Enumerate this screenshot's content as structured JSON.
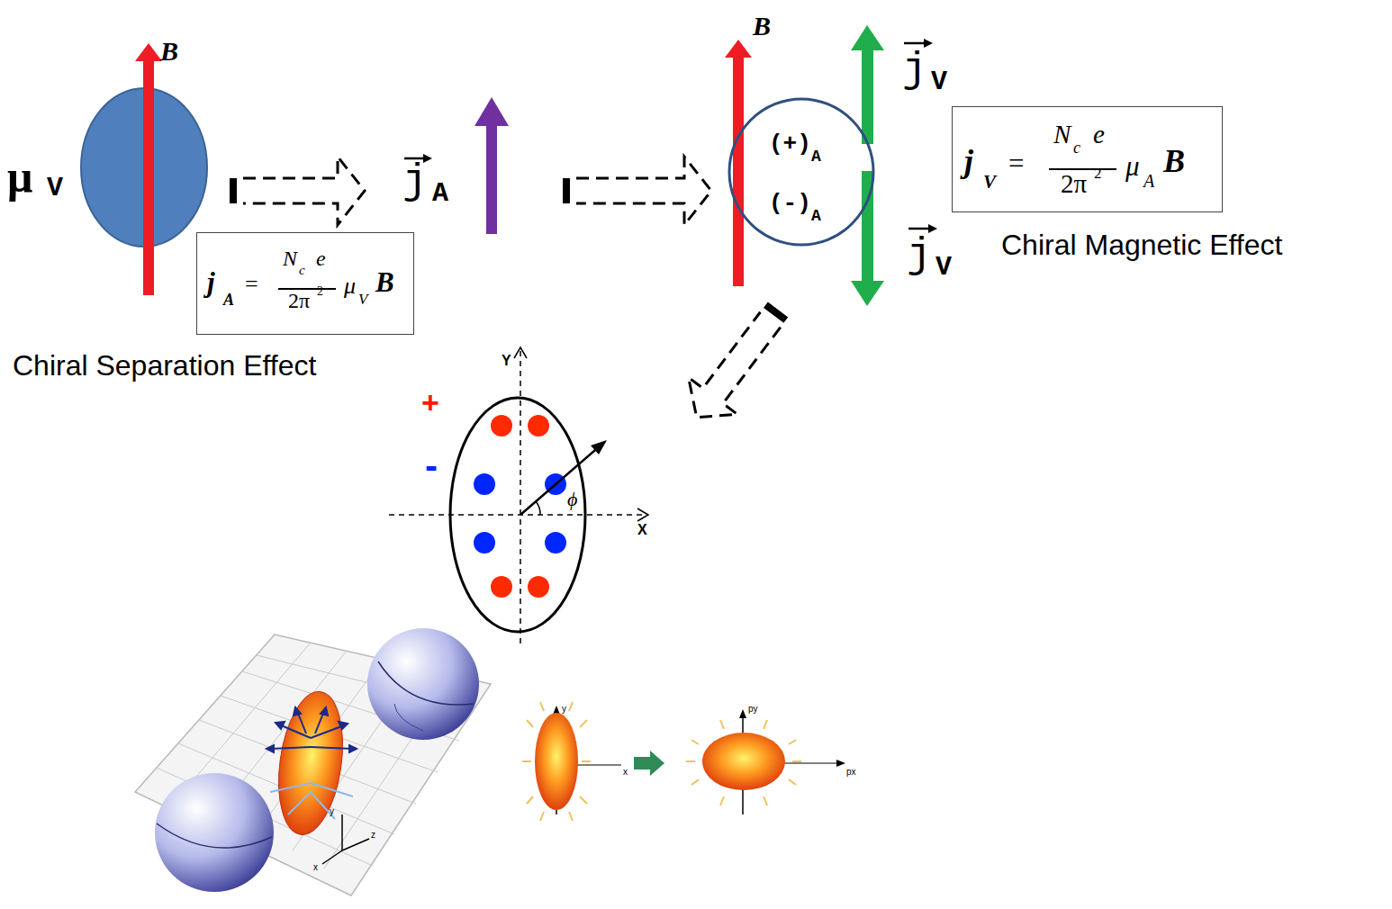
{
  "diagram": {
    "nodes": [
      {
        "text": [
          "j",
          "A",
          "=",
          "N",
          "c",
          "e",
          "2π",
          "2",
          "μ",
          "V",
          "B"
        ]
      },
      {
        "text": [
          "(+)",
          "A",
          "(-)",
          "A"
        ]
      },
      {
        "text": [
          "j",
          "V",
          "=",
          "N",
          "c",
          "e",
          "2π",
          "2",
          "μ",
          "A",
          "B"
        ]
      }
    ],
    "labels": [
      "μ",
      "V",
      "B",
      "j",
      "A",
      "B",
      "j",
      "V",
      "j",
      "V",
      "Chiral Magnetic Effect",
      "Chiral Separation Effect",
      "Y",
      "+",
      "-",
      "ϕ",
      "X",
      "y",
      "z",
      "x",
      "y",
      "x",
      "py",
      "px"
    ]
  }
}
